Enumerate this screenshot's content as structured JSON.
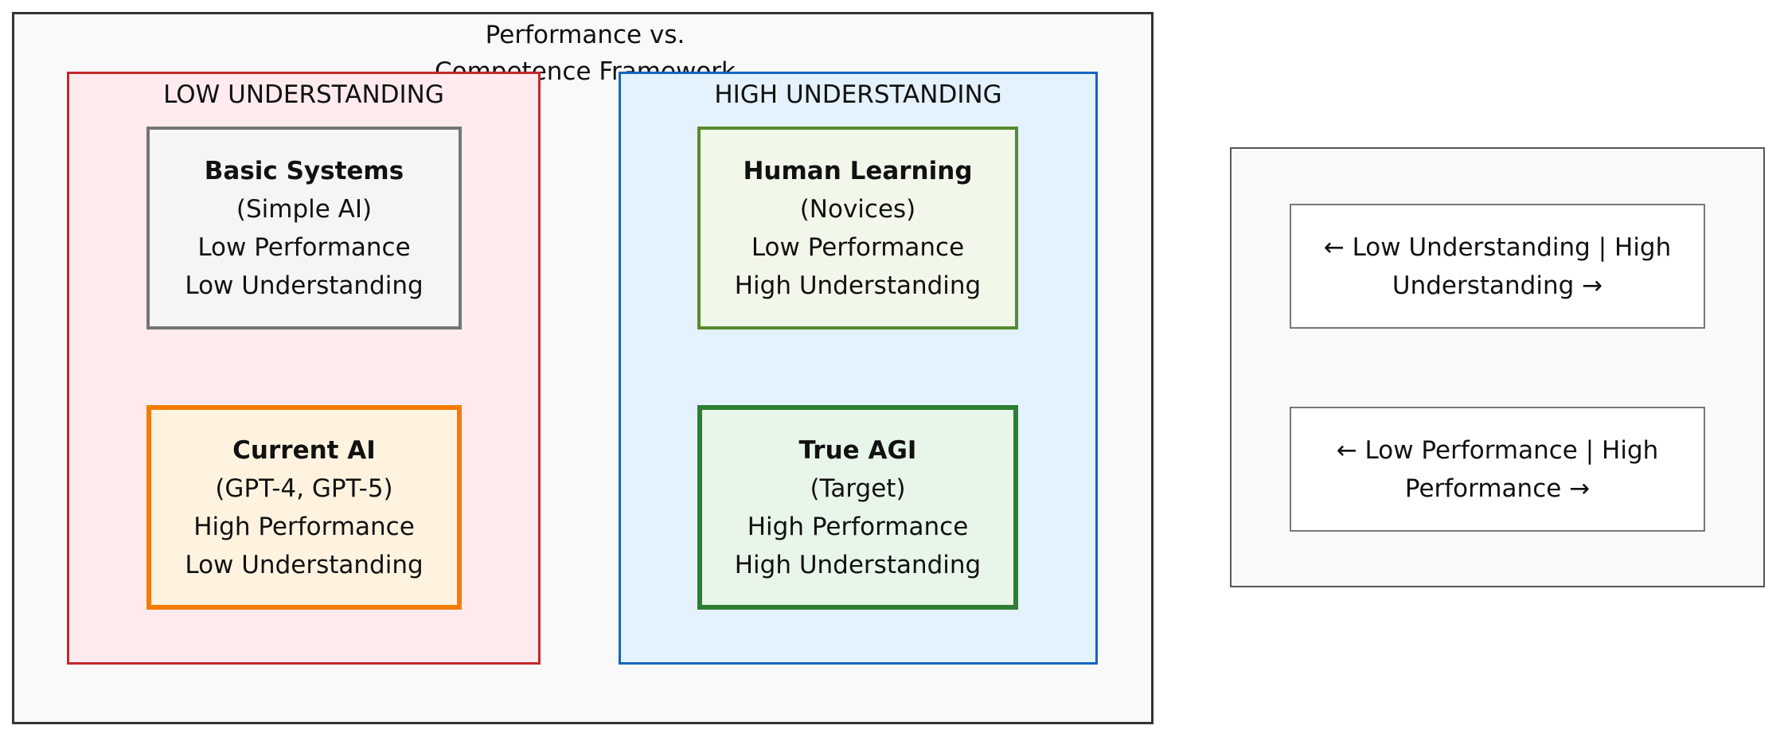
{
  "diagram": {
    "title_line1": "Performance vs.",
    "title_line2": "Competence Framework",
    "groups": {
      "low": {
        "label": "LOW UNDERSTANDING",
        "color": "#c62828",
        "fill": "#ffebee"
      },
      "high": {
        "label": "HIGH UNDERSTANDING",
        "color": "#1565c0",
        "fill": "#e3f2fd"
      }
    },
    "boxes": {
      "basic": {
        "title": "Basic Systems",
        "subtitle": "(Simple AI)",
        "line1": "Low Performance",
        "line2": "Low Understanding",
        "color": "#757575"
      },
      "current": {
        "title": "Current AI",
        "subtitle": "(GPT-4, GPT-5)",
        "line1": "High Performance",
        "line2": "Low Understanding",
        "color": "#f57c00"
      },
      "human": {
        "title": "Human Learning",
        "subtitle": "(Novices)",
        "line1": "Low Performance",
        "line2": "High Understanding",
        "color": "#558b2f"
      },
      "agi": {
        "title": "True AGI",
        "subtitle": "(Target)",
        "line1": "High Performance",
        "line2": "High Understanding",
        "color": "#2e7d32"
      }
    },
    "legend": {
      "x_axis": "← Low Understanding | High Understanding →",
      "y_axis": "← Low Performance | High Performance →"
    }
  }
}
